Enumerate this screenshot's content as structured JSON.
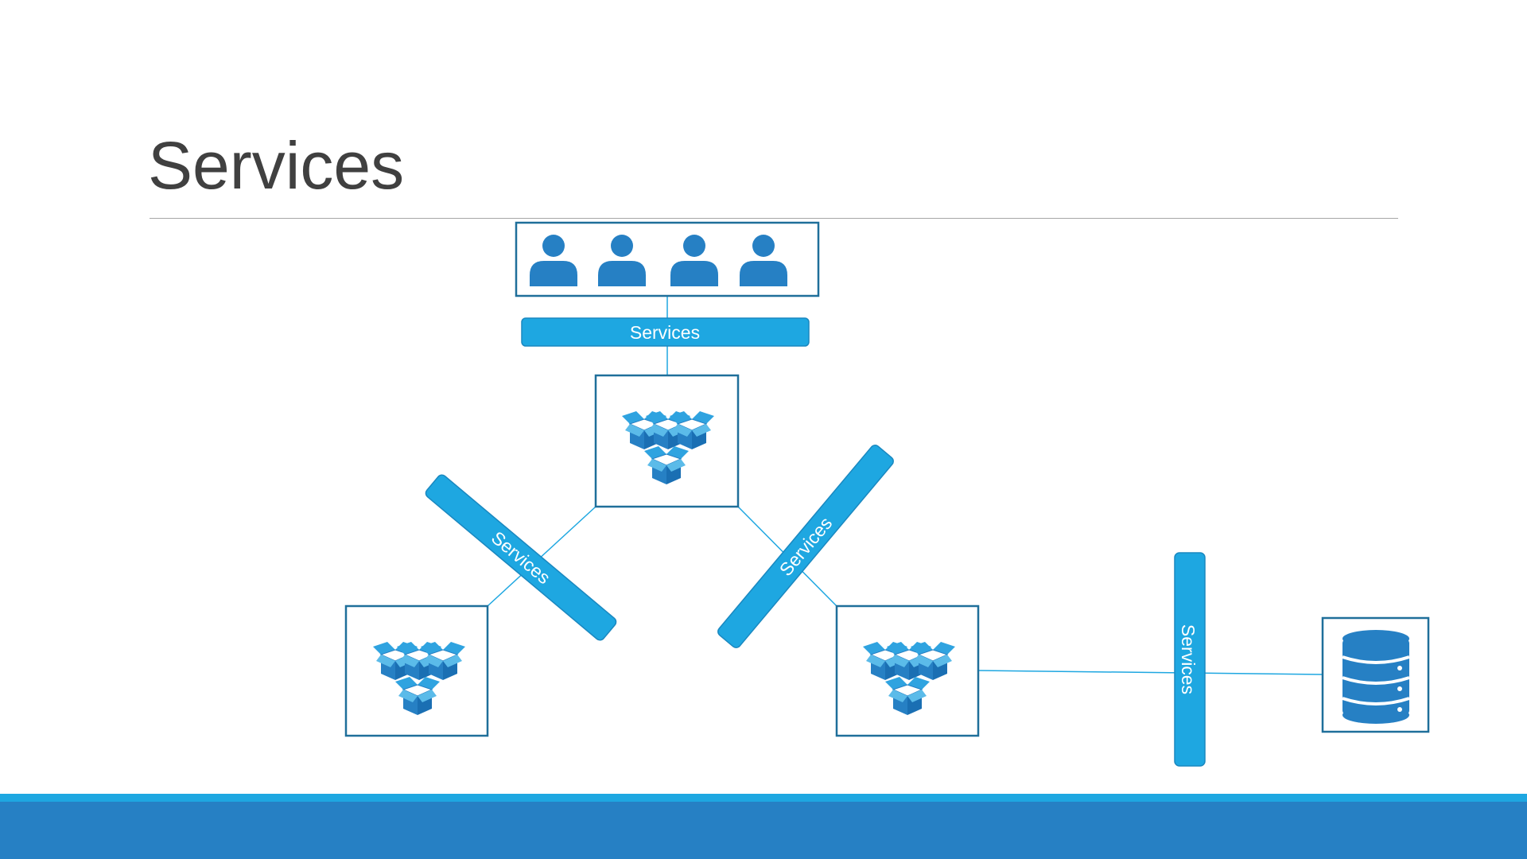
{
  "slide": {
    "title": "Services"
  },
  "diagram": {
    "service_label": "Services",
    "bars": [
      {
        "id": "top",
        "label": "Services"
      },
      {
        "id": "left-diagonal",
        "label": "Services"
      },
      {
        "id": "right-diagonal",
        "label": "Services"
      },
      {
        "id": "vertical",
        "label": "Services"
      }
    ],
    "nodes": [
      {
        "id": "users",
        "icon": "users-icon",
        "count": 4
      },
      {
        "id": "pod-top",
        "icon": "boxes-icon"
      },
      {
        "id": "pod-left",
        "icon": "boxes-icon"
      },
      {
        "id": "pod-right",
        "icon": "boxes-icon"
      },
      {
        "id": "database",
        "icon": "database-icon"
      }
    ]
  },
  "colors": {
    "accent": "#1ea7e1",
    "dark_accent": "#2680c4",
    "box_border": "#1f6f9a",
    "icon_blue": "#2680c4",
    "title_text": "#404040"
  }
}
